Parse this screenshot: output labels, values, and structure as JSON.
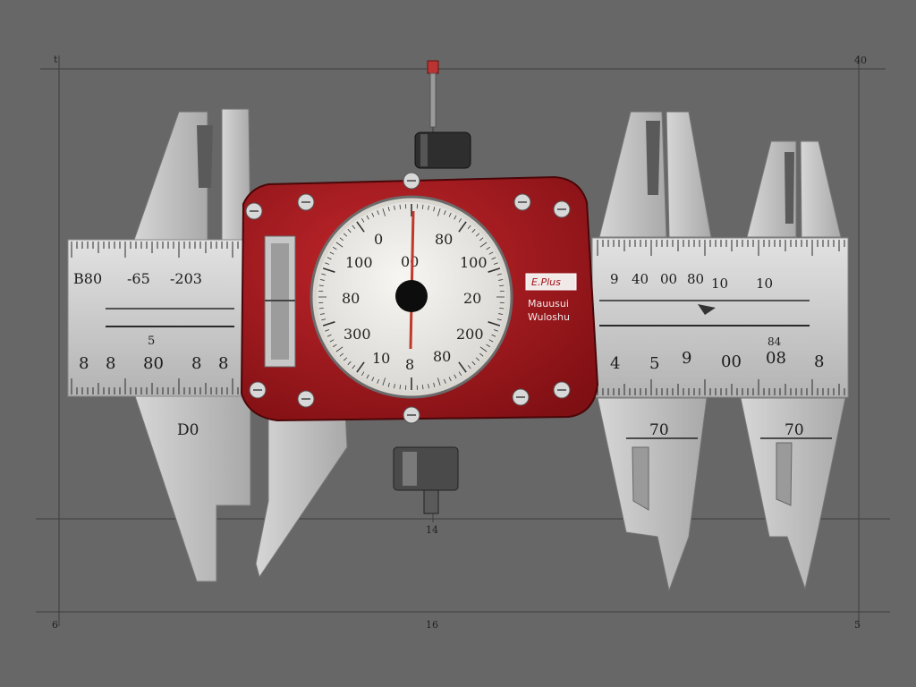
{
  "corner_labels": {
    "top_left": "t",
    "top_right": "40",
    "bottom_left": "6",
    "bottom_center": "16",
    "bottom_right": "5",
    "mid_bottom": "14"
  },
  "left_beam": {
    "top_labels": [
      "B80",
      "-65",
      "-203"
    ],
    "mid_label": "5",
    "bottom_labels": [
      "8",
      "8",
      "80",
      "8",
      "8"
    ]
  },
  "dial": {
    "numbers": [
      "0",
      "00",
      "80",
      "100",
      "80",
      "100",
      "300",
      "10",
      "20",
      "200",
      "80",
      "8"
    ],
    "brand_badge": "E.Plus",
    "brand_line1": "Mauusui",
    "brand_line2": "Wuloshu"
  },
  "right_beam": {
    "top_labels": [
      "9",
      "40",
      "00",
      "80",
      "10",
      "10"
    ],
    "mid_label": "84",
    "bottom_labels": [
      "4",
      "5",
      "9",
      "00",
      "08",
      "8"
    ]
  },
  "jaw_labels": {
    "left": "D0",
    "right_a": "70",
    "right_b": "70"
  },
  "colors": {
    "background": "#676767",
    "steel": "#c8c8c8",
    "dial_body": "#a6161c",
    "dial_face": "#ecebe8",
    "needle": "#c0392b"
  }
}
